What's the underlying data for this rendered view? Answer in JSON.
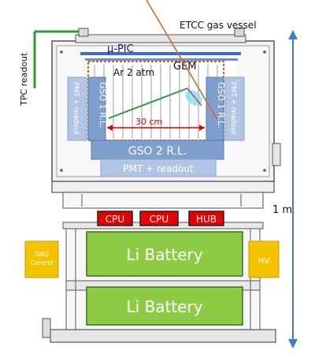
{
  "labels": {
    "etcc_gas_vessel": "ETCC gas vessel",
    "mu_pic": "μ-PIC",
    "gem": "GEM",
    "ar_2_atm": "Ar 2 atm",
    "tpc_readout": "TPC readout",
    "gso_1rl": "GSO 1 R.L.",
    "pmt_readout": "PMT + readout",
    "span_30cm": "30 cm",
    "gso_2rl": "GSO 2 R.L.",
    "pmt_readout_bottom": "PMT + readout",
    "cpu_1": "CPU",
    "cpu_2": "CPU",
    "hub": "HUB",
    "li_battery_1": "Li Battery",
    "li_battery_2": "Li Battery",
    "daq_control_line1": "DAQ",
    "daq_control_line2": "Control",
    "hv": "HV",
    "height_1m": "1 m"
  },
  "colors": {
    "gso": "#7f9fcf",
    "pmt": "#b3c5e4",
    "battery": "#8ecb45",
    "cpu": "#e60000",
    "daq": "#f5c400",
    "tpc_bracket": "#2e9b3a",
    "dimension": "#3b7fc4",
    "particle_track": "#d06a2a",
    "recoil_track": "#2e9b3a",
    "frame": "#4a4a4a"
  }
}
